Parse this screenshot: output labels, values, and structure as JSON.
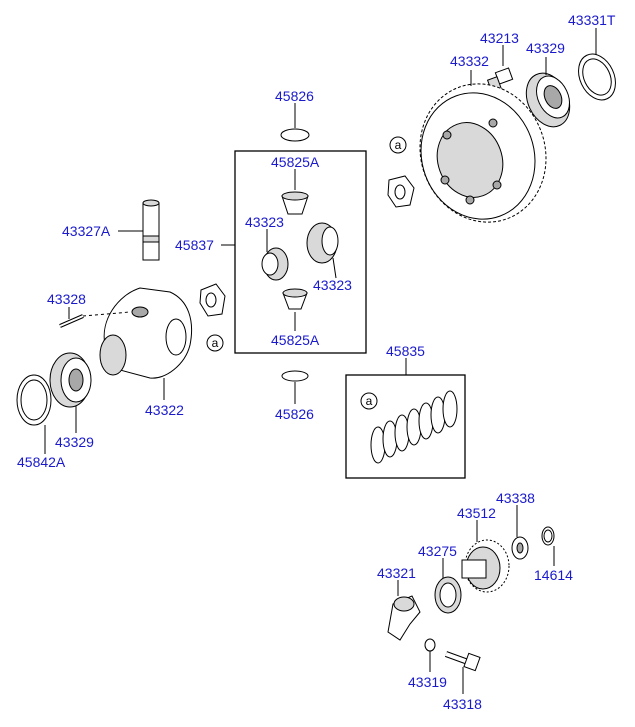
{
  "labels": {
    "p43331T": "43331T",
    "p43213": "43213",
    "p43329_top": "43329",
    "p43332": "43332",
    "p45826_top": "45826",
    "p45825A_top": "45825A",
    "p43327A": "43327A",
    "p43323_left": "43323",
    "p45837": "45837",
    "p43323_right": "43323",
    "p43328": "43328",
    "p45825A_bottom": "45825A",
    "p43322": "43322",
    "p43329_bottom": "43329",
    "p45842A": "45842A",
    "p45826_bottom": "45826",
    "p45835": "45835",
    "p43338": "43338",
    "p43512": "43512",
    "p43275": "43275",
    "p14614": "14614",
    "p43321": "43321",
    "p43319": "43319",
    "p43318": "43318"
  },
  "callouts": {
    "a1": "a",
    "a2": "a",
    "a3": "a"
  },
  "colors": {
    "label": "#1a1acc",
    "line": "#000000"
  }
}
